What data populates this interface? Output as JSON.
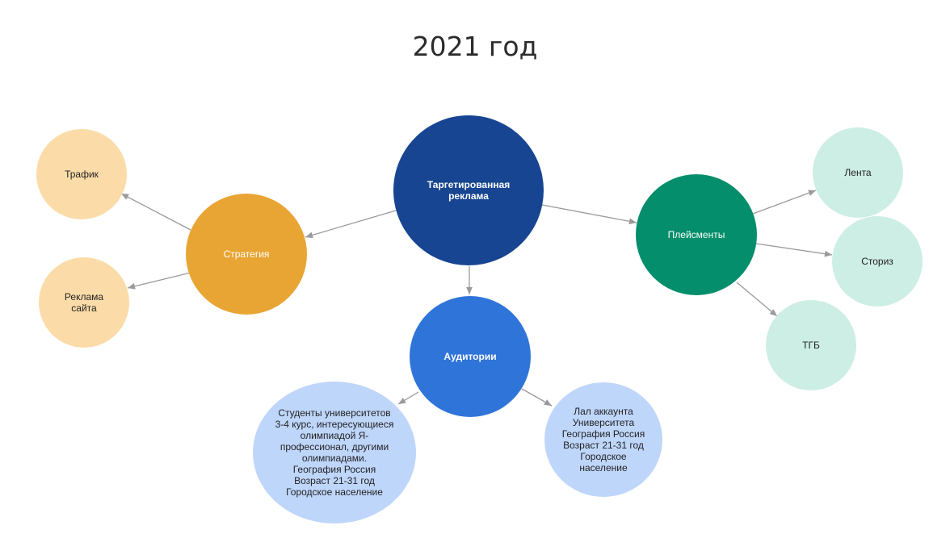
{
  "title": "2021 год",
  "colors": {
    "center": "#174591",
    "strategy": "#E9A534",
    "strategy_child": "#FBDCA8",
    "placements": "#048E6B",
    "placements_child": "#CDEEE4",
    "audiences": "#2F74D8",
    "audiences_child": "#BFD6FB",
    "arrow": "#9a9a9a"
  },
  "nodes": {
    "center": "Таргетированная\nреклама",
    "strategy": "Стратегия",
    "traffic": "Трафик",
    "site_ads": "Реклама\nсайта",
    "placements": "Плейсменты",
    "feed": "Лента",
    "stories": "Сториз",
    "tgb": "ТГБ",
    "audiences": "Аудитории",
    "students": "Студенты университетов\n3-4 курс, интересующиеся\nолимпиадой Я-\nпрофессионал, другими\nолимпиадами.\nГеография Россия\nВозраст 21-31 год\nГородское население",
    "lookalike": "Лал аккаунта\nУниверситета\nГеография Россия\nВозраст 21-31 год\nГородское\nнаселение"
  }
}
